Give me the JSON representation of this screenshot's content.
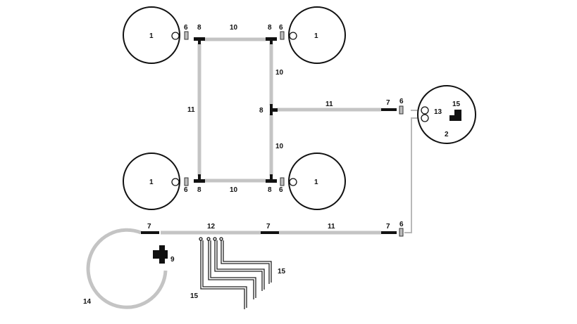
{
  "labels": {
    "tank": "1",
    "pump_tank": "2",
    "part_6": "6",
    "part_7": "7",
    "part_8": "8",
    "part_9": "9",
    "part_10": "10",
    "part_11": "11",
    "part_12": "12",
    "part_13": "13",
    "part_14": "14",
    "part_15": "15",
    "part_15b": "15",
    "part_15c": "15"
  }
}
